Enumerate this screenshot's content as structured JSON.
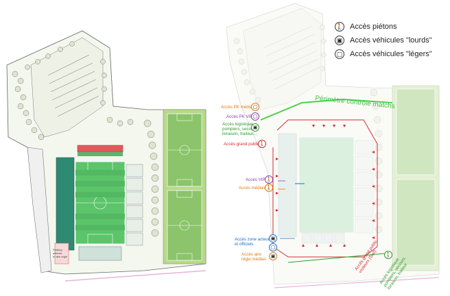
{
  "legend": {
    "pedestrians": "Accès piétons",
    "heavy_vehicles": "Accès véhicules \"lourds\"",
    "light_vehicles": "Accès véhicules \"légers\""
  },
  "perimeter_label": "Périmètre contrôle matchs",
  "access_labels": {
    "pk_media": "Accès PK médias",
    "pk_vip": "Accès PK VIP",
    "logistics": [
      "Accès logistique",
      "pompiers, secours,",
      "livraison, traiteur..."
    ],
    "general_public": "Accès grand public",
    "vip": "Accès VIP",
    "media": "Accès médias",
    "actors_officials": [
      "Accès zone acteurs",
      "et officiels"
    ],
    "media_area": [
      "Accès aire",
      "régie médias"
    ],
    "public_visitors_south": [
      "Accès grand public",
      "visiteurs (Sud)"
    ],
    "logistics_south": [
      "Accès logistique",
      "pompiers, secours,",
      "livraison, traiteur"
    ]
  },
  "left_plan_labels": {
    "parking_actors": [
      "Parking",
      "acteurs",
      "et aire régie"
    ]
  },
  "colors": {
    "orange": "#e07a12",
    "purple": "#8a3fb4",
    "green": "#2c9b2c",
    "red": "#d7282f",
    "blue": "#1e6fc4",
    "pitch": "#5cc46a",
    "grass": "#b7d98b"
  },
  "icons": {
    "pedestrian": "pedestrian-icon",
    "heavy_vehicle": "bus-icon",
    "light_vehicle": "car-icon"
  }
}
